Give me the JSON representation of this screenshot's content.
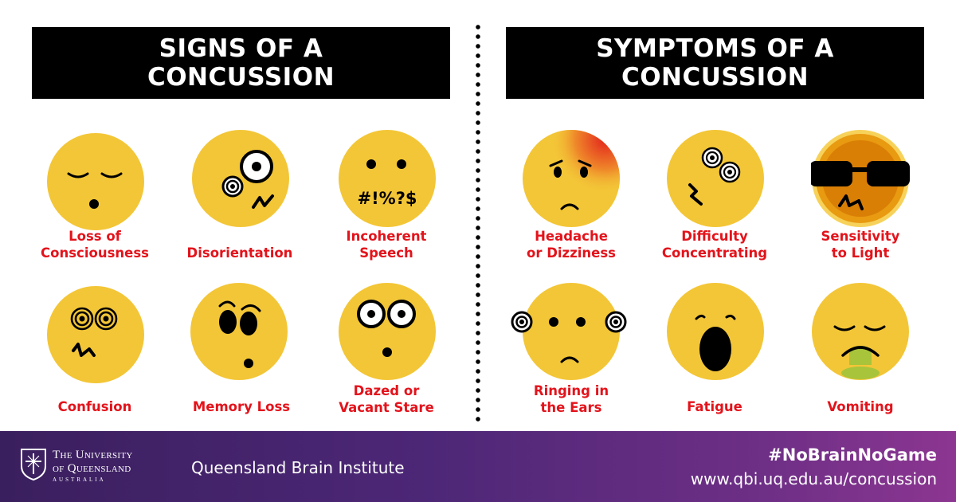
{
  "signs": {
    "title_line1": "SIGNS OF A",
    "title_line2": "CONCUSSION",
    "items": [
      {
        "label_line1": "Loss of",
        "label_line2": "Consciousness",
        "icon": "sleeping-face-icon"
      },
      {
        "label_line1": "",
        "label_line2": "Disorientation",
        "icon": "disoriented-face-icon"
      },
      {
        "label_line1": "Incoherent",
        "label_line2": "Speech",
        "icon": "cursing-face-icon",
        "speech": "#!%?$"
      },
      {
        "label_line1": "",
        "label_line2": "Confusion",
        "icon": "confused-face-icon"
      },
      {
        "label_line1": "",
        "label_line2": "Memory Loss",
        "icon": "forgetful-face-icon"
      },
      {
        "label_line1": "Dazed or",
        "label_line2": "Vacant Stare",
        "icon": "dazed-face-icon"
      }
    ]
  },
  "symptoms": {
    "title_line1": "SYMPTOMS OF A",
    "title_line2": "CONCUSSION",
    "items": [
      {
        "label_line1": "Headache",
        "label_line2": "or Dizziness",
        "icon": "headache-face-icon"
      },
      {
        "label_line1": "Difficulty",
        "label_line2": "Concentrating",
        "icon": "dizzy-eyes-face-icon"
      },
      {
        "label_line1": "Sensitivity",
        "label_line2": "to Light",
        "icon": "sunglasses-face-icon"
      },
      {
        "label_line1": "Ringing in",
        "label_line2": "the Ears",
        "icon": "ringing-ears-face-icon"
      },
      {
        "label_line1": "",
        "label_line2": "Fatigue",
        "icon": "yawning-face-icon"
      },
      {
        "label_line1": "",
        "label_line2": "Vomiting",
        "icon": "vomiting-face-icon"
      }
    ]
  },
  "footer": {
    "uq_line1": "The University",
    "uq_line2": "of Queensland",
    "uq_line3": "AUSTRALIA",
    "institute": "Queensland Brain Institute",
    "hashtag": "#NoBrainNoGame",
    "url": "www.qbi.uq.edu.au/concussion"
  },
  "colors": {
    "face": "#f3c637",
    "label": "#e3131b",
    "header_bg": "#000000",
    "footer_start": "#3a1f5e",
    "footer_end": "#8c3691"
  }
}
